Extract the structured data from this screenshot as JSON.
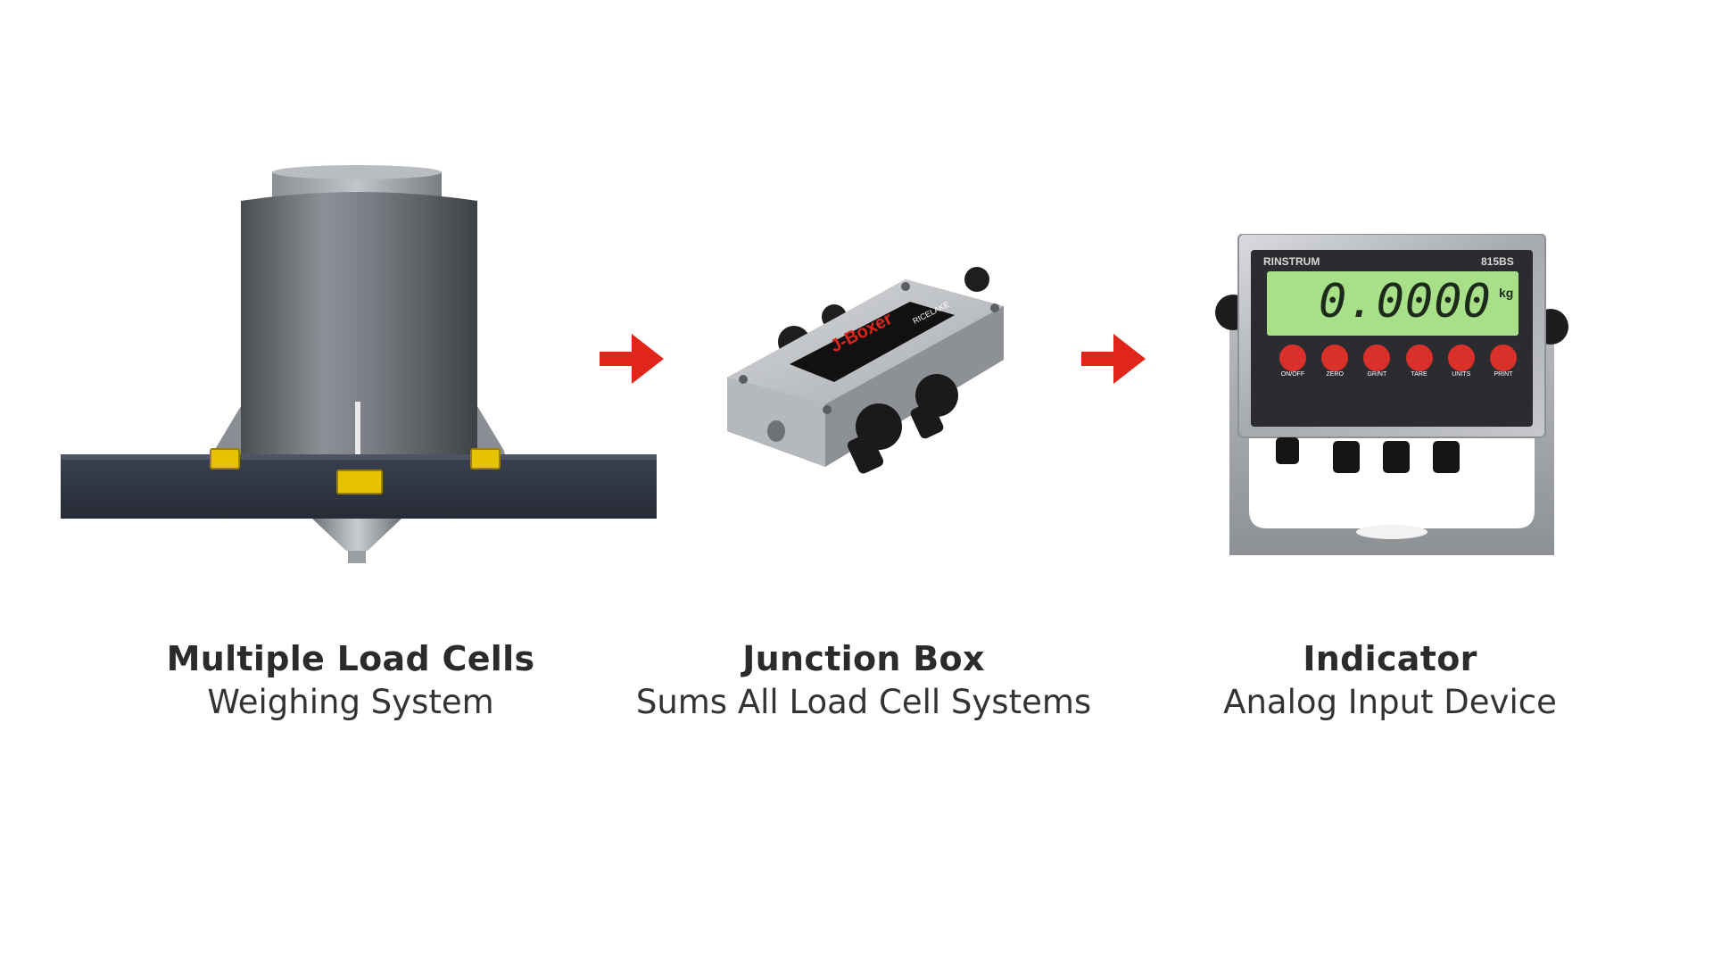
{
  "steps": [
    {
      "title": "Multiple Load Cells",
      "subtitle": "Weighing System"
    },
    {
      "title": "Junction Box",
      "subtitle": "Sums All Load Cell Systems"
    },
    {
      "title": "Indicator",
      "subtitle": "Analog Input Device"
    }
  ],
  "junction_box": {
    "brand_label": "J-Boxer",
    "side_label": "RICELAKE"
  },
  "indicator": {
    "brand": "RINSTRUM",
    "model": "815BS",
    "display_value": "0.0000",
    "unit": "kg",
    "buttons": [
      "ON/OFF",
      "ZERO",
      "GR/NT",
      "TARE",
      "UNITS",
      "PRINT"
    ]
  },
  "colors": {
    "arrow": "#e0261b",
    "display": "#a8e08a",
    "button": "#d9302a",
    "caption": "#2b2b2b"
  }
}
